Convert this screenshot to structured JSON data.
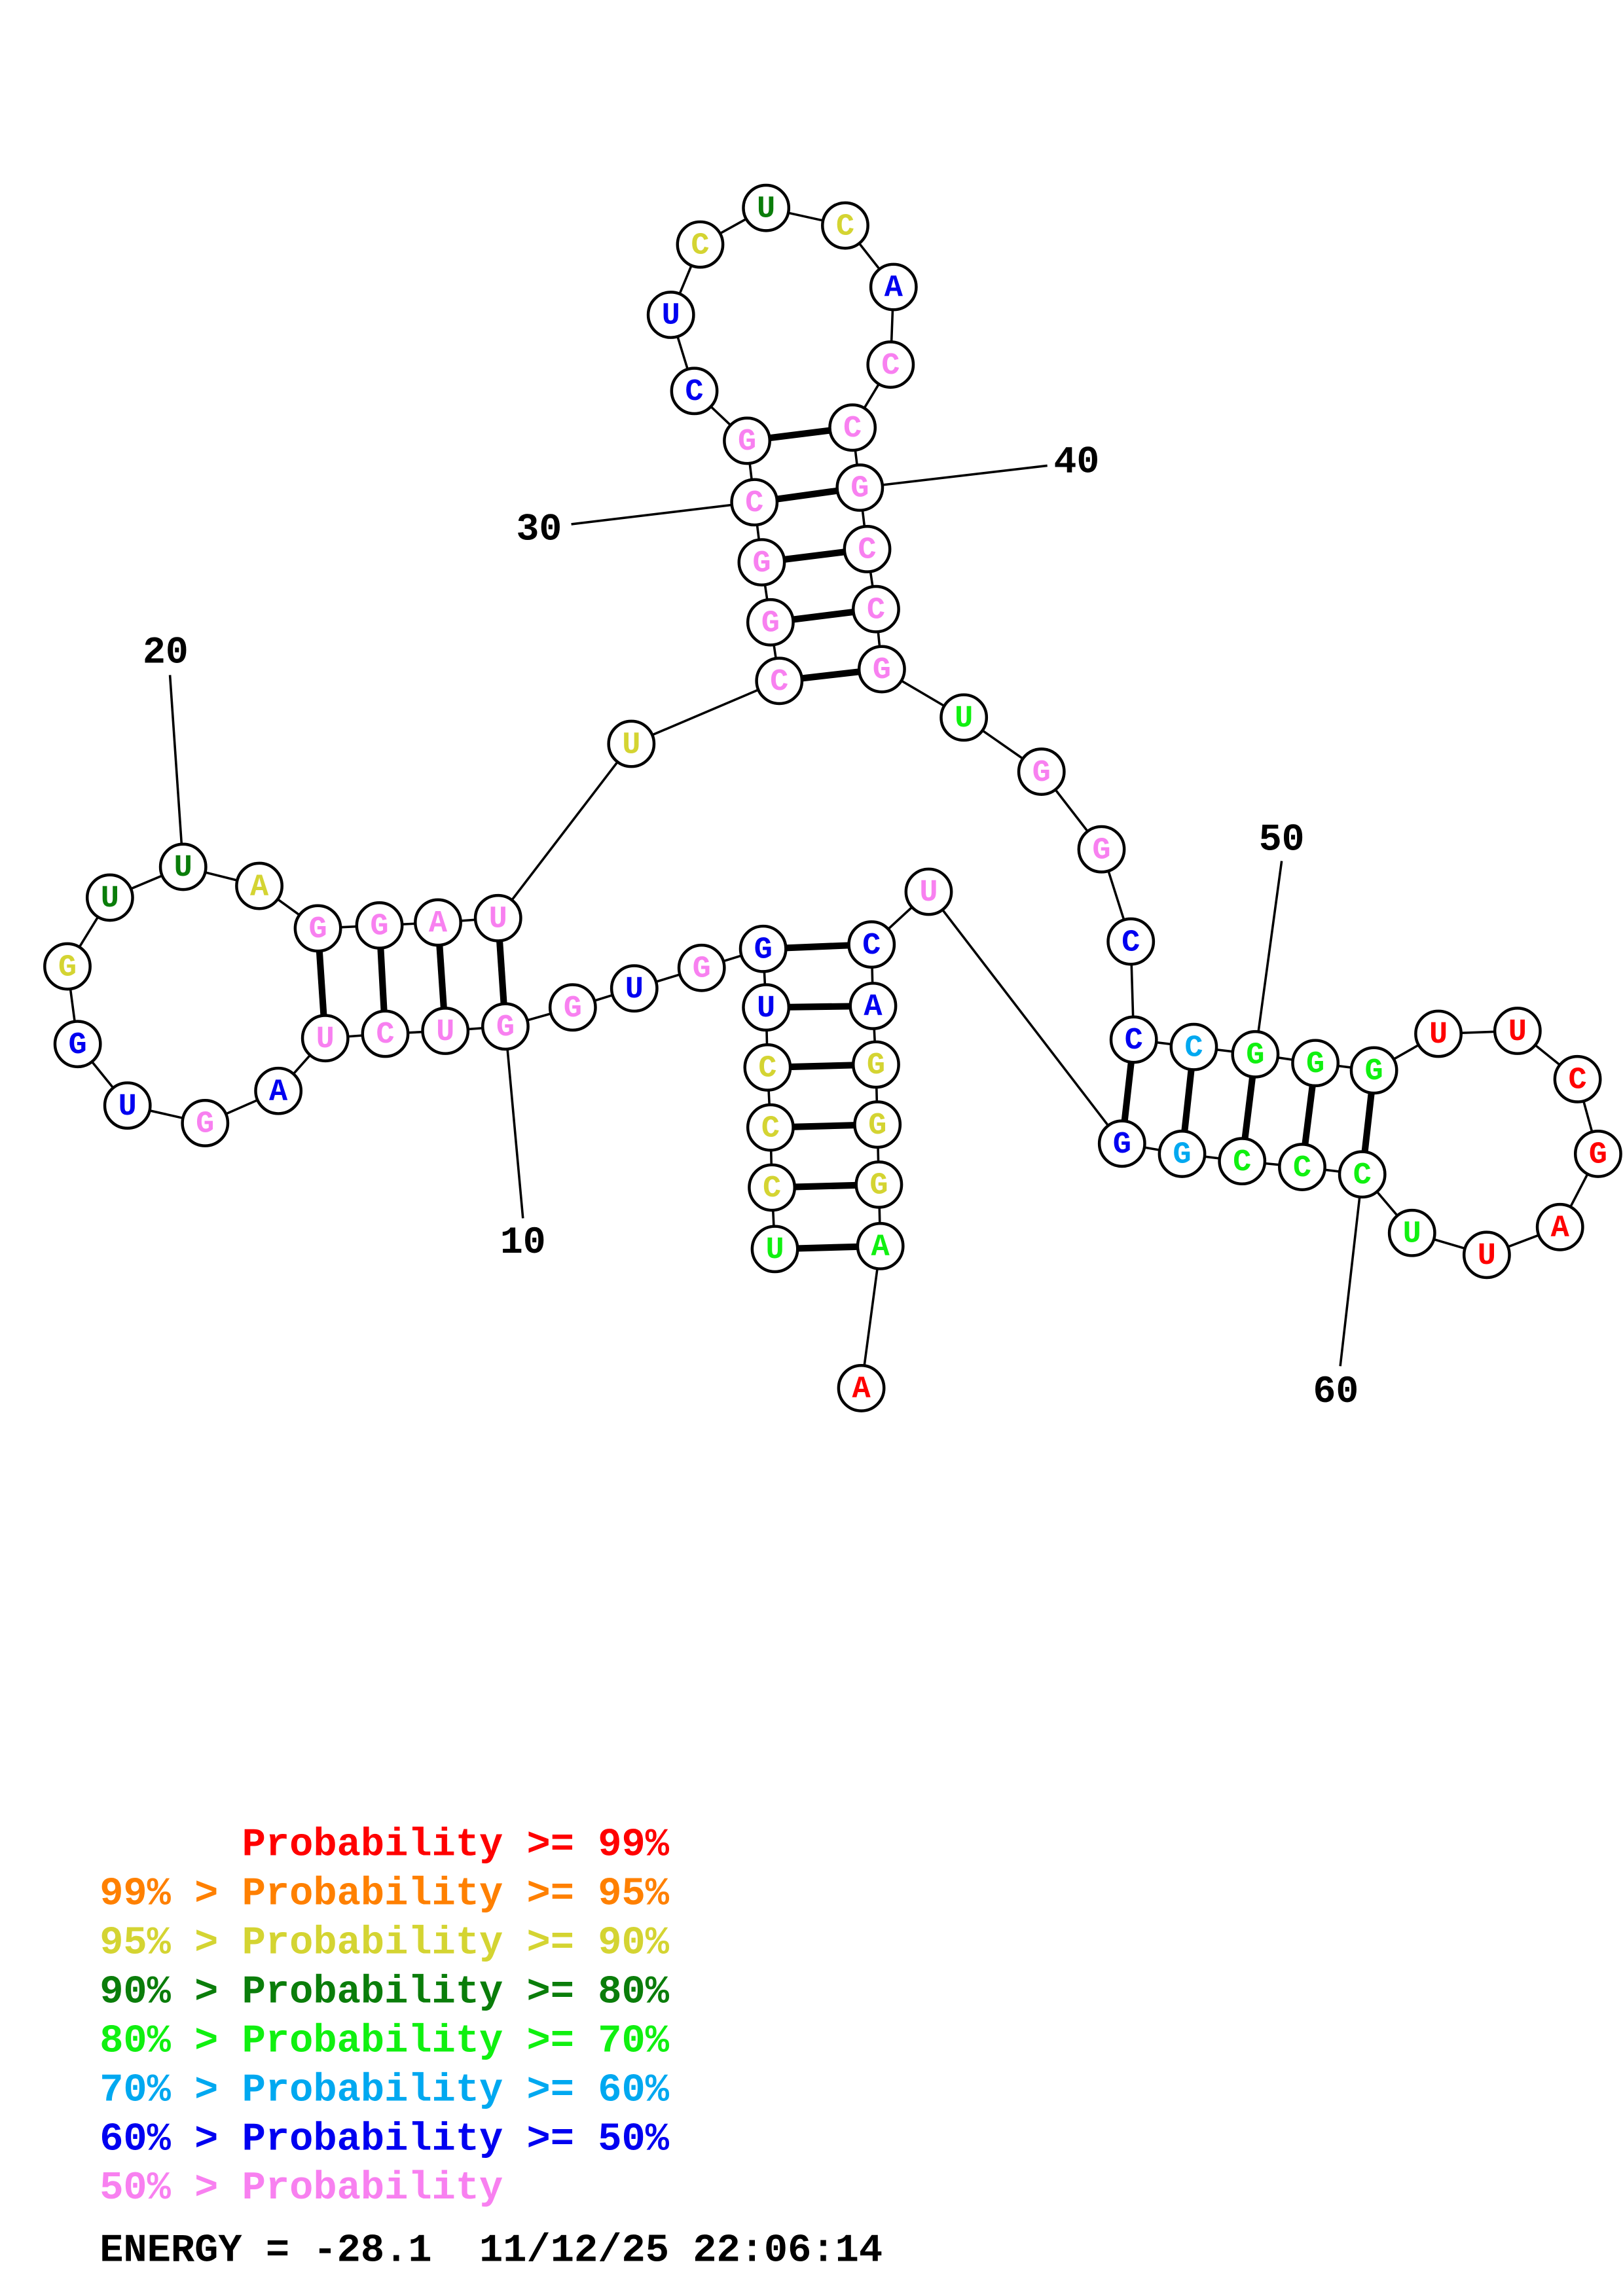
{
  "sequence": "UCCCUGGUGGUCUAGUGGUUAGGAUUCGGCGCUCUCACCGCCGUGGCCCGGGUUCGAUUCCCGGUCAGGGAA",
  "probability_classes": [
    "pink",
    "yellow",
    "yellow",
    "yellow",
    "blue",
    "blue",
    "pink",
    "blue",
    "pink",
    "pink",
    "pink",
    "pink",
    "pink",
    "blue",
    "pink",
    "blue",
    "blue",
    "yellow",
    "darkgreen",
    "darkgreen",
    "yellow",
    "pink",
    "pink",
    "pink",
    "pink",
    "yellow",
    "pink",
    "pink",
    "pink",
    "pink",
    "pink",
    "blue",
    "blue",
    "yellow",
    "darkgreen",
    "yellow",
    "blue",
    "pink",
    "pink",
    "pink",
    "pink",
    "pink",
    "pink",
    "green",
    "pink",
    "pink",
    "blue",
    "blue",
    "lightblue",
    "green",
    "green",
    "green",
    "red",
    "red",
    "red",
    "red",
    "red",
    "red",
    "green",
    "green",
    "green",
    "green",
    "lightblue",
    "blue",
    "pink",
    "blue",
    "blue",
    "yellow",
    "yellow",
    "yellow",
    "green",
    "red"
  ],
  "first_class_fix": {
    "index": 1,
    "class": "green"
  },
  "pairs": [
    [
      1,
      71
    ],
    [
      2,
      70
    ],
    [
      3,
      69
    ],
    [
      4,
      68
    ],
    [
      5,
      67
    ],
    [
      6,
      66
    ],
    [
      10,
      25
    ],
    [
      11,
      24
    ],
    [
      12,
      23
    ],
    [
      13,
      22
    ],
    [
      27,
      43
    ],
    [
      28,
      42
    ],
    [
      29,
      41
    ],
    [
      30,
      40
    ],
    [
      31,
      39
    ],
    [
      48,
      64
    ],
    [
      49,
      63
    ],
    [
      50,
      62
    ],
    [
      51,
      61
    ],
    [
      52,
      60
    ]
  ],
  "position_labels": [
    "10",
    "20",
    "30",
    "40",
    "50",
    "60"
  ],
  "colors": {
    "red": "#ff0000",
    "orange": "#ff8000",
    "yellow": "#d4d432",
    "darkgreen": "#0a7d0a",
    "green": "#10f010",
    "lightblue": "#00a8f0",
    "blue": "#0000f0",
    "pink": "#f880f0"
  },
  "legend": [
    {
      "text": "      Probability >= 99%",
      "class": "red"
    },
    {
      "text": "99% > Probability >= 95%",
      "class": "orange"
    },
    {
      "text": "95% > Probability >= 90%",
      "class": "yellow"
    },
    {
      "text": "90% > Probability >= 80%",
      "class": "darkgreen"
    },
    {
      "text": "80% > Probability >= 70%",
      "class": "green"
    },
    {
      "text": "70% > Probability >= 60%",
      "class": "lightblue"
    },
    {
      "text": "60% > Probability >= 50%",
      "class": "blue"
    },
    {
      "text": "50% > Probability",
      "class": "pink"
    }
  ],
  "footer": {
    "energy": "ENERGY = -28.1  11/12/25 22:06:14"
  }
}
